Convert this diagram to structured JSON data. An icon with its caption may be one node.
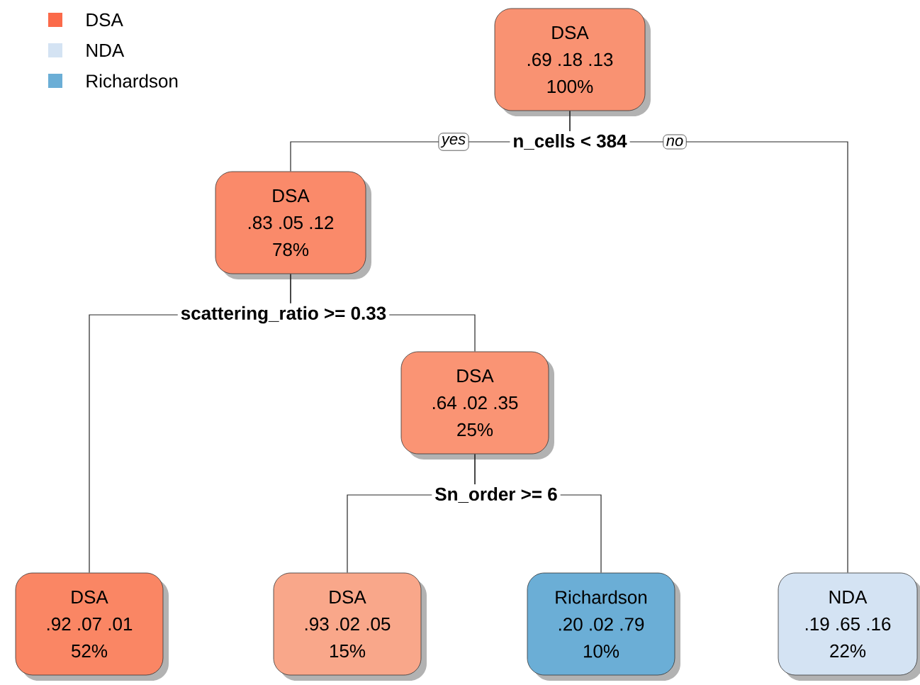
{
  "diagram": {
    "nodes": [
      {
        "text": [
          "DSA",
          ".69  .18  .13",
          "100%"
        ]
      },
      {
        "text": [
          "DSA",
          ".83  .05  .12",
          "78%"
        ]
      },
      {
        "text": [
          "DSA",
          ".64  .02  .35",
          "25%"
        ]
      },
      {
        "text": [
          "DSA",
          ".92  .07  .01",
          "52%"
        ]
      },
      {
        "text": [
          "DSA",
          ".93  .02  .05",
          "15%"
        ]
      },
      {
        "text": [
          "Richardson",
          ".20  .02  .79",
          "10%"
        ]
      },
      {
        "text": [
          "NDA",
          ".19  .65  .16",
          "22%"
        ]
      }
    ],
    "edges": [
      {
        "from": 0,
        "to": 1,
        "arrow": "none",
        "label": "yes"
      },
      {
        "from": 0,
        "to": 6,
        "arrow": "none",
        "label": "no"
      },
      {
        "from": 1,
        "to": 3,
        "arrow": "none"
      },
      {
        "from": 1,
        "to": 2,
        "arrow": "none"
      },
      {
        "from": 2,
        "to": 4,
        "arrow": "none"
      },
      {
        "from": 2,
        "to": 5,
        "arrow": "none"
      }
    ],
    "labels": [
      "n_cells < 384",
      "scattering_ratio >= 0.33",
      "Sn_order >= 6"
    ],
    "legend": [
      {
        "text": "DSA",
        "color": "#fb6a4a"
      },
      {
        "text": "NDA",
        "color": "#d4e3f3"
      },
      {
        "text": "Richardson",
        "color": "#6baed6"
      }
    ]
  }
}
